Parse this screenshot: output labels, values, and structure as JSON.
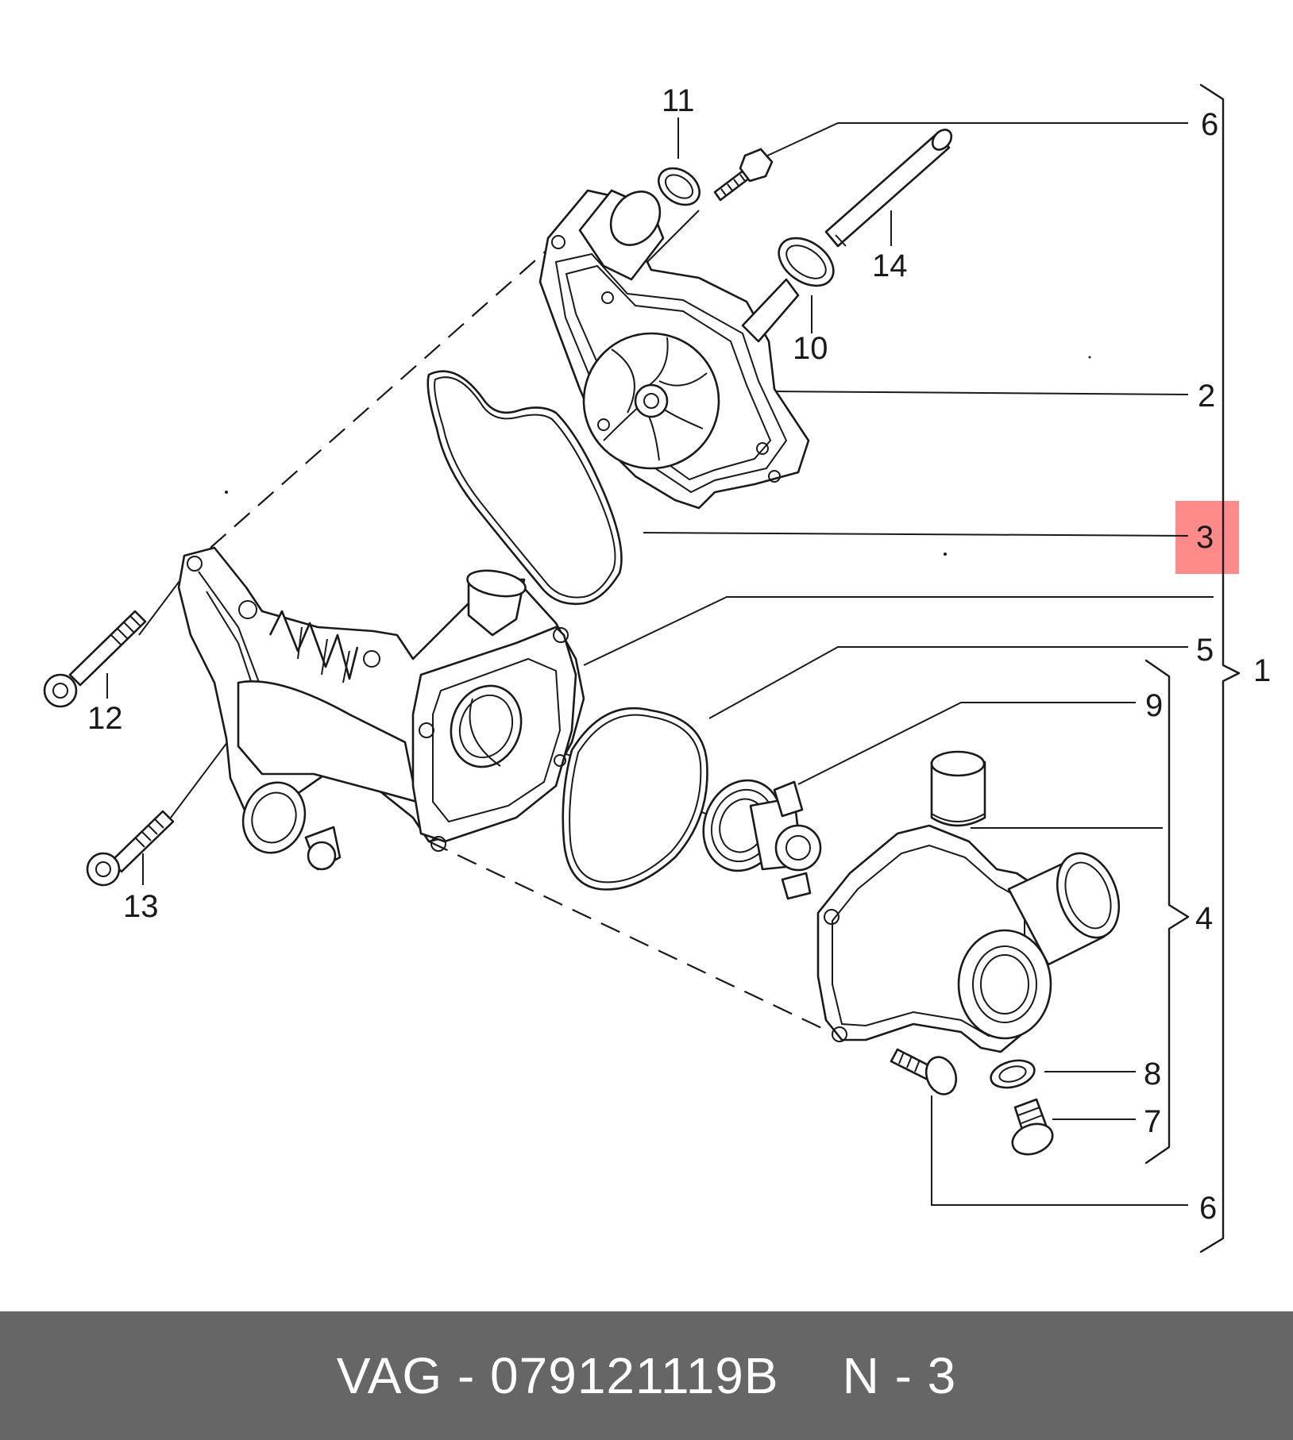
{
  "callouts": {
    "c1": "1",
    "c2": "2",
    "c3": "3",
    "c4": "4",
    "c5": "5",
    "c6a": "6",
    "c6b": "6",
    "c7": "7",
    "c8": "8",
    "c9": "9",
    "c10": "10",
    "c11": "11",
    "c12": "12",
    "c13": "13",
    "c14": "14"
  },
  "highlight": {
    "callout": "3",
    "color": "#ff8a8a"
  },
  "footer": {
    "part_number": "VAG - 079121119B",
    "position": "N - 3"
  }
}
